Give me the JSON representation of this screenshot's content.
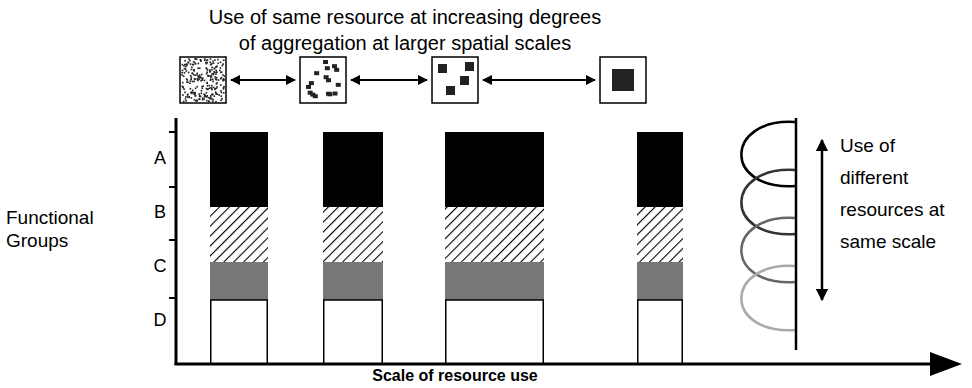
{
  "diagram": {
    "title": "Use of same resource at increasing degrees of aggregation at larger spatial scales",
    "labels": [
      "Functional Groups",
      "A",
      "B",
      "C",
      "D",
      "Scale of resource use",
      "Use of different resources at same scale"
    ]
  }
}
